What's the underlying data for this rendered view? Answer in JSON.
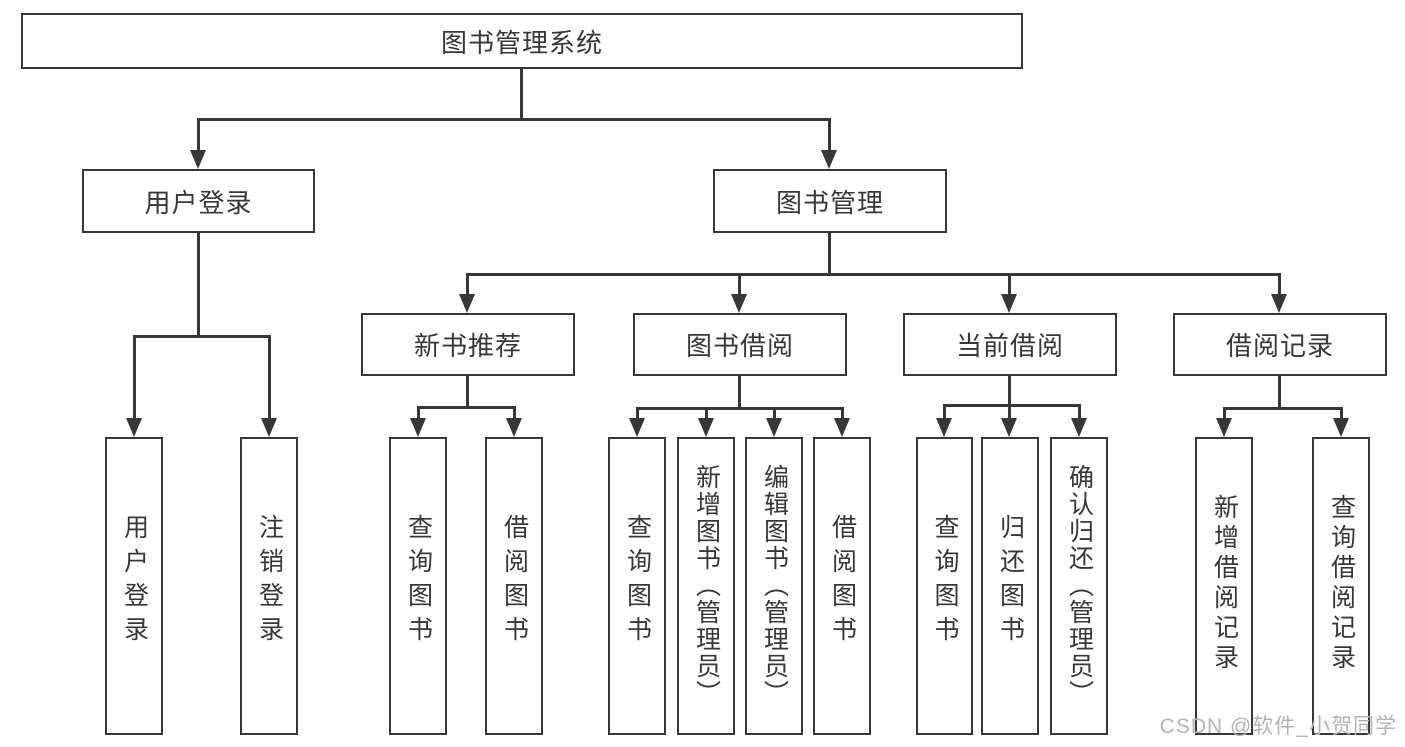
{
  "diagram_title": "图书管理系统",
  "watermark": "CSDN @软件_小贺同学",
  "colors": {
    "line": "#373737",
    "text": "#373737",
    "background": "#ffffff",
    "watermark": "#b4b4b4"
  },
  "nodes": {
    "root": "图书管理系统",
    "user_login": "用户登录",
    "book_mgmt": "图书管理",
    "new_book_rec": "新书推荐",
    "book_borrow": "图书借阅",
    "current_borrow": "当前借阅",
    "borrow_record": "借阅记录",
    "leaf_user_login": "用户登录",
    "leaf_logout": "注销登录",
    "leaf_nbr_query_book": "查询图书",
    "leaf_nbr_borrow_book": "借阅图书",
    "leaf_bb_query_book": "查询图书",
    "leaf_bb_add_book": "新增图书（管理员）",
    "leaf_bb_edit_book": "编辑图书（管理员）",
    "leaf_bb_borrow_book": "借阅图书",
    "leaf_cb_query_book": "查询图书",
    "leaf_cb_return_book": "归还图书",
    "leaf_cb_confirm_return": "确认归还（管理员）",
    "leaf_br_add_record": "新增借阅记录",
    "leaf_br_query_record": "查询借阅记录"
  },
  "hierarchy": {
    "图书管理系统": {
      "用户登录": [
        "用户登录",
        "注销登录"
      ],
      "图书管理": {
        "新书推荐": [
          "查询图书",
          "借阅图书"
        ],
        "图书借阅": [
          "查询图书",
          "新增图书（管理员）",
          "编辑图书（管理员）",
          "借阅图书"
        ],
        "当前借阅": [
          "查询图书",
          "归还图书",
          "确认归还（管理员）"
        ],
        "借阅记录": [
          "新增借阅记录",
          "查询借阅记录"
        ]
      }
    }
  }
}
